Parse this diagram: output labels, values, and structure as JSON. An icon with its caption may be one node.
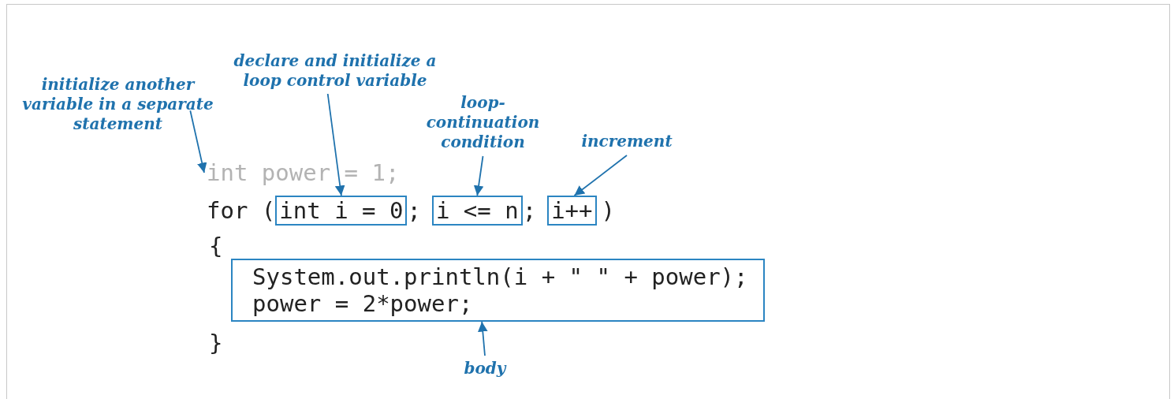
{
  "diagram": {
    "nodes": [
      {
        "text": [
          "initialize another variable in a separate statement"
        ]
      },
      {
        "text": [
          "declare and initialize a loop control variable"
        ]
      },
      {
        "text": [
          "loop-continuation condition"
        ]
      },
      {
        "text": [
          "increment"
        ]
      },
      {
        "text": [
          "int power = 1;"
        ]
      },
      {
        "text": [
          "int i = 0"
        ]
      },
      {
        "text": [
          "i <= n"
        ]
      },
      {
        "text": [
          "i++"
        ]
      },
      {
        "text": [
          "System.out.println(i + \" \" + power);",
          "power = 2*power;"
        ]
      },
      {
        "text": [
          "body"
        ]
      }
    ],
    "edges": [
      {
        "from": 0,
        "to": 4,
        "arrow": "to"
      },
      {
        "from": 1,
        "to": 5,
        "arrow": "to"
      },
      {
        "from": 2,
        "to": 6,
        "arrow": "to"
      },
      {
        "from": 3,
        "to": 7,
        "arrow": "to"
      },
      {
        "from": 9,
        "to": 8,
        "arrow": "to"
      }
    ],
    "labels": [
      "for (",
      ";",
      ";",
      ")",
      "{",
      "}"
    ]
  }
}
